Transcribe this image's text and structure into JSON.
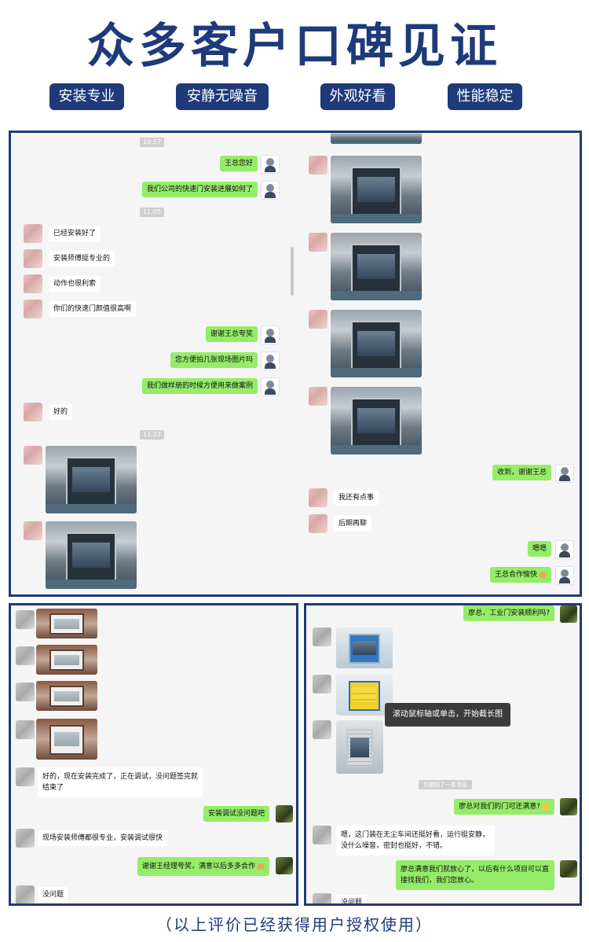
{
  "header": {
    "title": "众多客户口碑见证",
    "badges": [
      "安装专业",
      "安静无噪音",
      "外观好看",
      "性能稳定"
    ]
  },
  "panel_main": {
    "left": {
      "times": [
        "10:57",
        "11:05",
        "11:22"
      ],
      "messages": [
        "王总您好",
        "我们公司的快速门安装进展如何了",
        "已经安装好了",
        "安装师傅挺专业的",
        "动作也很利索",
        "你们的快速门颜值很高啊",
        "谢谢王总夸奖",
        "您方便拍几张现场图片吗",
        "我们做样册的时候方便用来做案例",
        "好的"
      ]
    },
    "right": {
      "messages": [
        "收到，谢谢王总",
        "我还有点事",
        "后期再聊",
        "嗯嗯",
        "王总合作愉快"
      ]
    }
  },
  "panel_bottom_left": {
    "messages": [
      "好的，现在安装完成了，正在调试，没问题签完就结束了",
      "安装调试没问题吧",
      "现场安装师傅都很专业，安装调试很快",
      "谢谢王经理夸奖，满意以后多多合作",
      "没问题"
    ]
  },
  "panel_bottom_right": {
    "messages": [
      "廖总，工业门安装顺利吗?",
      "廖总对我们的门可还满意?",
      "嗯，这门装在无尘车间还挺好看，运行挺安静，没什么噪音，密封也挺好，不错。",
      "廖总满意我们就放心了，以后有什么项目可以直接找我们，我们您放心。",
      "没问题"
    ],
    "system_notice": "你撤回了一条消息",
    "tooltip": "滚动鼠标轴或单击，开始截长图"
  },
  "footer": {
    "note": "（以上评价已经获得用户授权使用）"
  }
}
